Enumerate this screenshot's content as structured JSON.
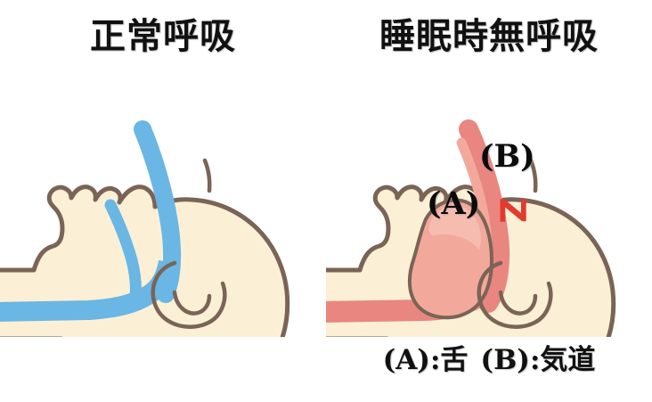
{
  "titles": {
    "left": "正常呼吸",
    "right": "睡眠時無呼吸"
  },
  "legend": {
    "item_a": "(A):舌",
    "item_b": "(B):気道"
  },
  "labels": {
    "tongue_marker": "(A)",
    "airway_marker": "(B)",
    "snore_mark": "Z"
  },
  "colors": {
    "background": "#ffffff",
    "skin_fill": "#fbf0d6",
    "outline": "#7a6456",
    "airway_open_blue": "#6ab6e4",
    "tongue_light_salmon": "#f2a99c",
    "airway_blocked_salmon": "#e9867f",
    "snore_red": "#e23b2e",
    "text_black": "#111111"
  },
  "diagram": {
    "left_panel_meaning": "open airway shown in blue passing from nose through throat",
    "right_panel_meaning": "airway blocked by enlarged tongue, snoring indicated"
  }
}
